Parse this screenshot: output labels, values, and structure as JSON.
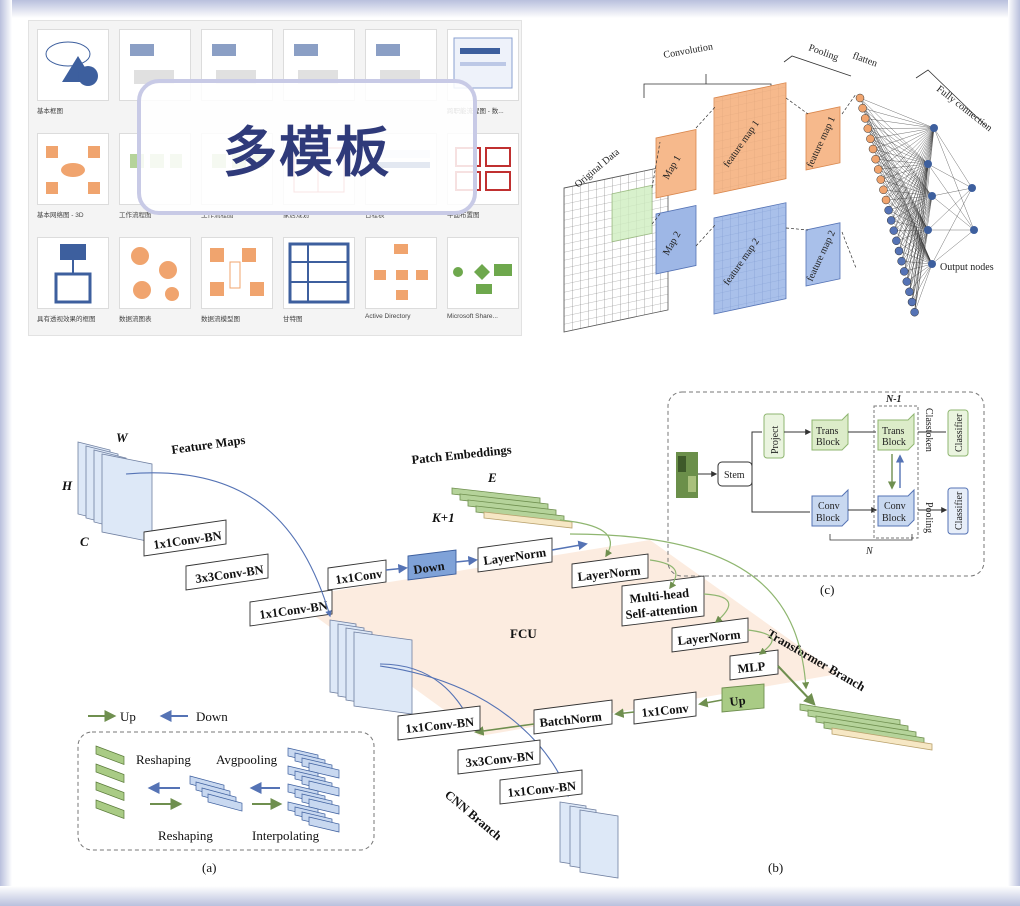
{
  "gallery": {
    "overlay_title": "多模板",
    "tiles": [
      {
        "label": "基本框图",
        "icon": "basic-shapes-icon"
      },
      {
        "label": "",
        "icon": "hidden-template-icon"
      },
      {
        "label": "",
        "icon": "hidden-template-icon"
      },
      {
        "label": "",
        "icon": "hidden-template-icon"
      },
      {
        "label": "",
        "icon": "hidden-template-icon"
      },
      {
        "label": "跨职能流程图 - 数...",
        "icon": "cross-functional-flowchart-icon"
      },
      {
        "label": "基本网络图 - 3D",
        "icon": "network-3d-icon"
      },
      {
        "label": "工作流程图",
        "icon": "workflow-icon"
      },
      {
        "label": "工作流程图",
        "icon": "workflow-icon"
      },
      {
        "label": "家居规划",
        "icon": "home-plan-icon"
      },
      {
        "label": "日程表",
        "icon": "timeline-icon"
      },
      {
        "label": "平面布置图",
        "icon": "floor-plan-icon"
      },
      {
        "label": "具有透视效果的框图",
        "icon": "perspective-block-icon"
      },
      {
        "label": "数据流图表",
        "icon": "data-flow-icon"
      },
      {
        "label": "数据流模型图",
        "icon": "data-flow-model-icon"
      },
      {
        "label": "甘特图",
        "icon": "gantt-chart-icon"
      },
      {
        "label": "Active Directory",
        "icon": "active-directory-icon"
      },
      {
        "label": "Microsoft Share...",
        "icon": "sharepoint-workflow-icon"
      }
    ]
  },
  "cnn": {
    "convolution": "Convolution",
    "pooling": "Pooling",
    "flatten": "flatten",
    "fully_connection": "Fully connection",
    "original_data": "Original Data",
    "map1": "Map 1",
    "map2": "Map 2",
    "feature_map1": "feature map 1",
    "feature_map2": "feature map 2",
    "pooled1": "feature map 1",
    "pooled2": "feature map 2",
    "output_nodes": "Output nodes"
  },
  "conformer": {
    "W": "W",
    "H": "H",
    "C": "C",
    "feature_maps": "Feature Maps",
    "conv1_bn": "1x1Conv-BN",
    "conv3_bn": "3x3Conv-BN",
    "conv1_bn_b": "1x1Conv-BN",
    "conv1": "1x1Conv",
    "down": "Down",
    "layernorm1": "LayerNorm",
    "patch_embeddings": "Patch Embeddings",
    "E": "E",
    "K1": "K+1",
    "layernorm2": "LayerNorm",
    "mhsa1": "Multi-head",
    "mhsa2": "Self-attention",
    "layernorm3": "LayerNorm",
    "mlp": "MLP",
    "fcu": "FCU",
    "transformer_branch": "Transformer Branch",
    "up": "Up",
    "conv1_up": "1x1Conv",
    "batchnorm": "BatchNorm",
    "cnn_conv1": "1x1Conv-BN",
    "cnn_conv3": "3x3Conv-BN",
    "cnn_conv1b": "1x1Conv-BN",
    "cnn_branch": "CNN Branch",
    "legend_up": "Up",
    "legend_down": "Down",
    "reshaping_top": "Reshaping",
    "avgpooling": "Avgpooling",
    "reshaping_bottom": "Reshaping",
    "interpolating": "Interpolating",
    "caption_a": "(a)",
    "caption_b": "(b)",
    "caption_c": "(c)",
    "c_project": "Project",
    "c_stem": "Stem",
    "c_trans1": "Trans",
    "c_block1": "Block",
    "c_trans2": "Trans",
    "c_block2": "Block",
    "c_conv1": "Conv",
    "c_convblock1": "Block",
    "c_conv2": "Conv",
    "c_convblock2": "Block",
    "c_n1": "N-1",
    "c_n": "N",
    "c_classtoken": "Classtoken",
    "c_pooling": "Pooling",
    "c_classifier1": "Classifier",
    "c_classifier2": "Classifier"
  },
  "colors": {
    "green": "#8fb670",
    "green_fill": "#dcecc9",
    "blue": "#5573b5",
    "blue_fill": "#c8d8f0",
    "orange": "#f0a46e",
    "peach": "#fbe6d5"
  }
}
